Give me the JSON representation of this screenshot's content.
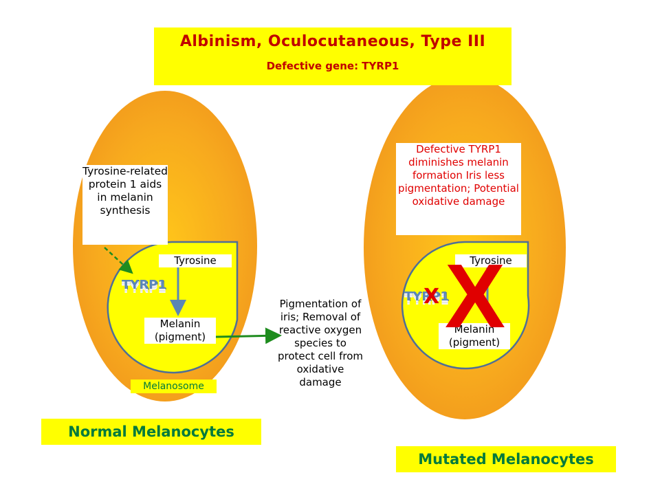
{
  "header": {
    "title": "Albinism, Oculocutaneous, Type III",
    "subtitle": "Defective gene:  TYRP1"
  },
  "normal": {
    "protein_note": "Tyrosine-related protein  1 aids in melanin synthesis",
    "tyrosine": "Tyrosine",
    "enzyme": "TYRP1",
    "melanin": "Melanin (pigment)",
    "melanosome": "Melanosome",
    "label": "Normal Melanocytes"
  },
  "outcome": {
    "text": "Pigmentation of iris; Removal of reactive oxygen species to protect cell from oxidative damage"
  },
  "mutated": {
    "defect_note": "Defective TYRP1 diminishes melanin formation Iris less pigmentation; Potential oxidative damage",
    "tyrosine": "Tyrosine",
    "enzyme": "TYRP1",
    "enzyme_mark": "X",
    "block_mark": "X",
    "melanin": "Melanin (pigment)",
    "label": "Mutated Melanocytes"
  },
  "colors": {
    "cell_fill": "#f5a623",
    "melanosome_fill": "#ffff00",
    "arrow_green": "#1e8c1e",
    "arrow_blue": "#5b86b5",
    "mark_red": "#e00000",
    "title_red": "#c00000"
  }
}
